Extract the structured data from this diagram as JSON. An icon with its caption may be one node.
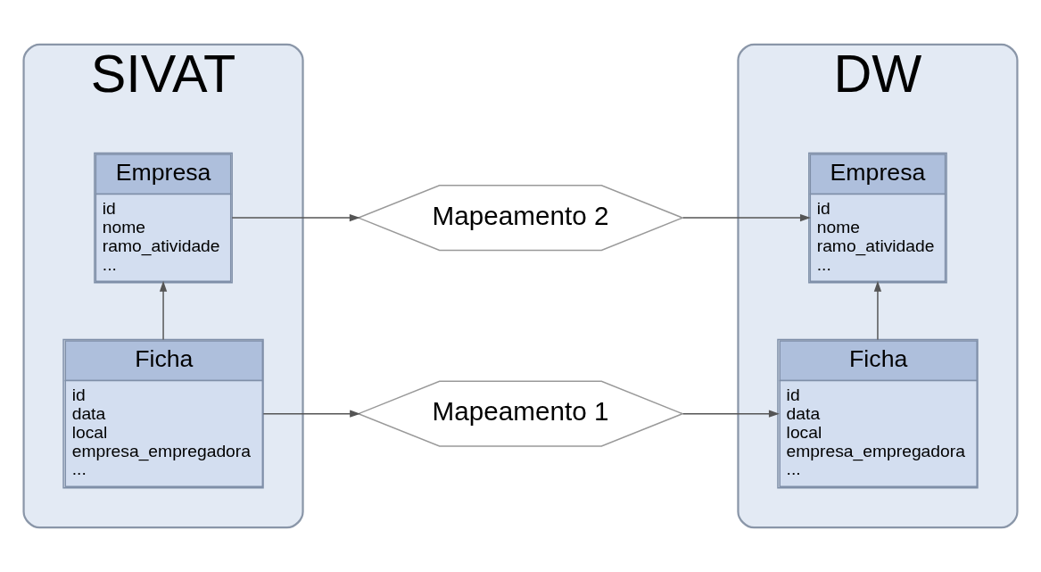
{
  "diagram": {
    "nodes": [
      {
        "text": [
          "SIVAT"
        ]
      },
      {
        "text": [
          "Empresa",
          "id",
          "nome",
          "ramo_atividade",
          "..."
        ],
        "in": 0
      },
      {
        "text": [
          "Ficha",
          "id",
          "data",
          "local",
          "empresa_empregadora",
          "..."
        ],
        "in": 0
      },
      {
        "text": [
          "Mapeamento 2"
        ]
      },
      {
        "text": [
          "Mapeamento 1"
        ]
      },
      {
        "text": [
          "DW"
        ]
      },
      {
        "text": [
          "Empresa",
          "id",
          "nome",
          "ramo_atividade",
          "..."
        ],
        "in": 5
      },
      {
        "text": [
          "Ficha",
          "id",
          "data",
          "local",
          "empresa_empregadora",
          "..."
        ],
        "in": 5
      }
    ],
    "edges": [
      {
        "from": 1,
        "to": 3,
        "arrow": "to"
      },
      {
        "from": 3,
        "to": 6,
        "arrow": "to"
      },
      {
        "from": 2,
        "to": 1,
        "arrow": "to"
      },
      {
        "from": 2,
        "to": 4,
        "arrow": "to"
      },
      {
        "from": 4,
        "to": 7,
        "arrow": "to"
      },
      {
        "from": 7,
        "to": 6,
        "arrow": "to"
      }
    ]
  }
}
